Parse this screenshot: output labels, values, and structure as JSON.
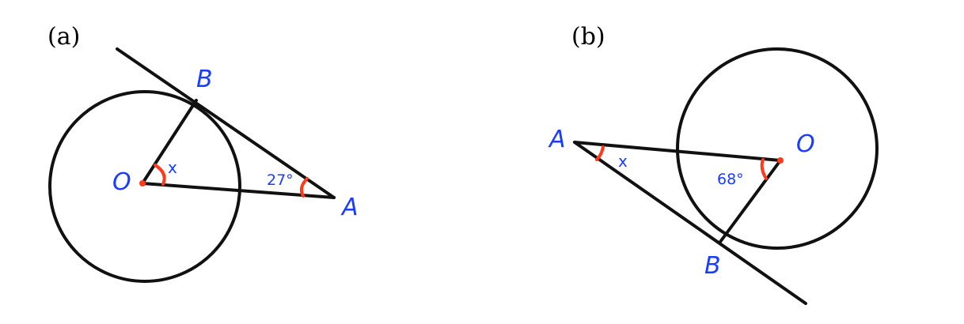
{
  "diagram": {
    "colors": {
      "line": "#111111",
      "label": "#1a3cff",
      "angle_mark": "#ff3a1a",
      "center_dot": "#ff3a1a"
    },
    "panel_a": {
      "panel_label": "(a)",
      "center_label": "O",
      "tangent_point_label": "B",
      "external_point_label": "A",
      "angle_at_A": "27°",
      "unknown_angle": "x"
    },
    "panel_b": {
      "panel_label": "(b)",
      "center_label": "O",
      "tangent_point_label": "B",
      "external_point_label": "A",
      "angle_at_O": "68°",
      "unknown_angle": "x"
    }
  }
}
